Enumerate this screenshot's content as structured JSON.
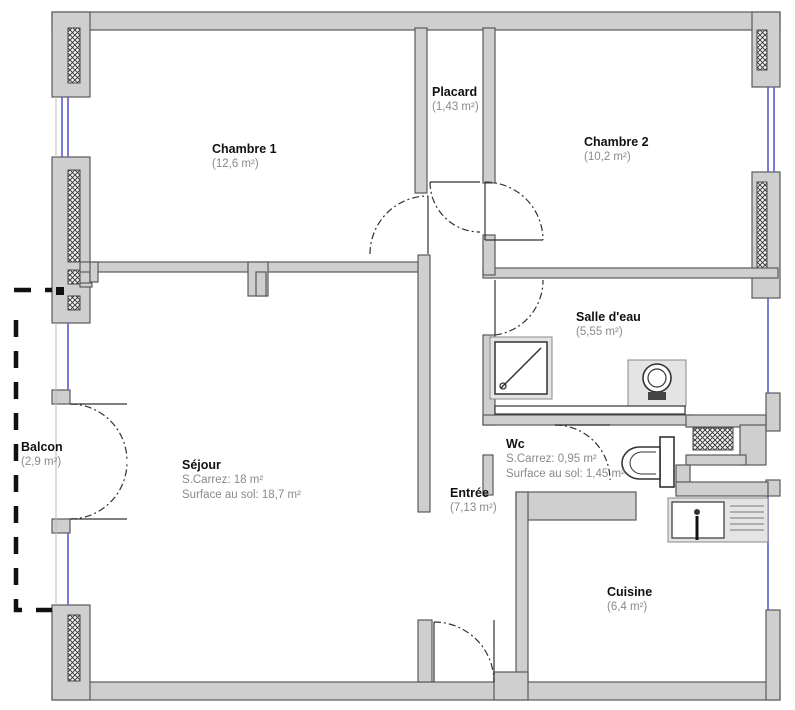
{
  "rooms": {
    "chambre1": {
      "name": "Chambre 1",
      "area": "(12,6 m²)"
    },
    "placard": {
      "name": "Placard",
      "area": "(1,43 m²)"
    },
    "chambre2": {
      "name": "Chambre 2",
      "area": "(10,2 m²)"
    },
    "salle_eau": {
      "name": "Salle d'eau",
      "area": "(5,55 m²)"
    },
    "balcon": {
      "name": "Balcon",
      "area": "(2,9 m²)"
    },
    "sejour": {
      "name": "Séjour",
      "carrez": "S.Carrez: 18 m²",
      "sol": "Surface au sol: 18,7 m²"
    },
    "wc": {
      "name": "Wc",
      "carrez": "S.Carrez: 0,95 m²",
      "sol": "Surface au sol: 1,45 m²"
    },
    "entree": {
      "name": "Entrée",
      "area": "(7,13 m²)"
    },
    "cuisine": {
      "name": "Cuisine",
      "area": "(6,4 m²)"
    }
  },
  "colors": {
    "wall": "#cfcfcf",
    "wall_edge": "#5a5a5a",
    "window_glass": "#5a5ad0",
    "balcony_line": "#111111",
    "area_text": "#8a8a8a"
  },
  "icons": [
    "shower-icon",
    "washbasin-icon",
    "toilet-icon",
    "kitchen-sink-icon"
  ]
}
